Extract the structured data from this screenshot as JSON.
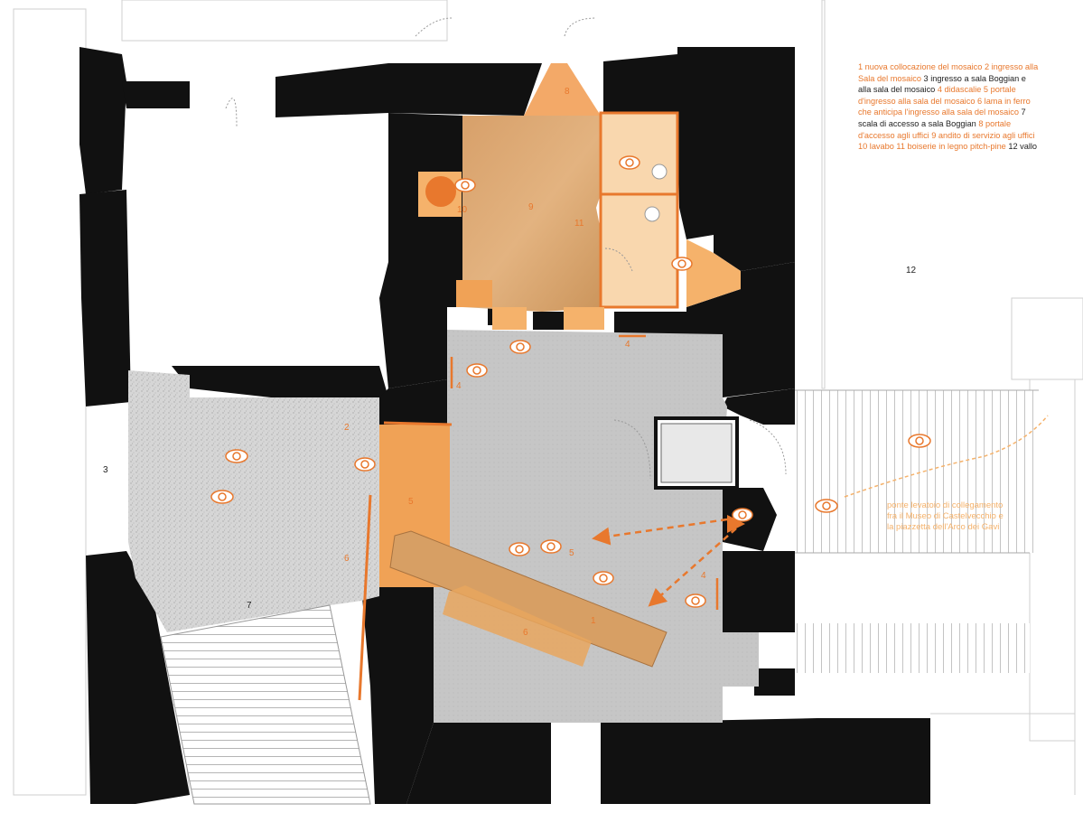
{
  "colors": {
    "wall": "#111111",
    "accent": "#e8782d",
    "accent_light": "#f5b26b",
    "floor_gray": "#c9c9c9",
    "floor_speckle": "#d9d9d9",
    "wood": "#d9a26a"
  },
  "legend": [
    {
      "num": "1",
      "text": "nuova collocazione del mosaico",
      "accent": true
    },
    {
      "num": "2",
      "text": "ingresso alla Sala del mosaico",
      "accent": true
    },
    {
      "num": "3",
      "text": "ingresso a sala Boggian e alla sala del mosaico",
      "accent": false
    },
    {
      "num": "4",
      "text": "didascalie",
      "accent": true
    },
    {
      "num": "5",
      "text": "portale d'ingresso alla sala del mosaico",
      "accent": true
    },
    {
      "num": "6",
      "text": "lama in ferro che anticipa l'ingresso alla sala del mosaico",
      "accent": true
    },
    {
      "num": "7",
      "text": "scala di accesso a sala Boggian",
      "accent": false
    },
    {
      "num": "8",
      "text": "portale d'accesso agli uffici",
      "accent": true
    },
    {
      "num": "9",
      "text": "andito di servizio agli uffici",
      "accent": true
    },
    {
      "num": "10",
      "text": "lavabo",
      "accent": true
    },
    {
      "num": "11",
      "text": "boiserie in legno pitch-pine",
      "accent": true
    },
    {
      "num": "12",
      "text": "vallo",
      "accent": false
    }
  ],
  "labels": {
    "n1": "1",
    "n2": "2",
    "n3": "3",
    "n4a": "4",
    "n4b": "4",
    "n4c": "4",
    "n5a": "5",
    "n5b": "5",
    "n6a": "6",
    "n6b": "6",
    "n7": "7",
    "n8": "8",
    "n9": "9",
    "n10": "10",
    "n11": "11",
    "n12": "12"
  },
  "bridge_caption": [
    "ponte levatoio di collegamento",
    "fra il Museo di Castelvecchio e",
    "la piazzetta dell'Arco dei Gavi"
  ]
}
